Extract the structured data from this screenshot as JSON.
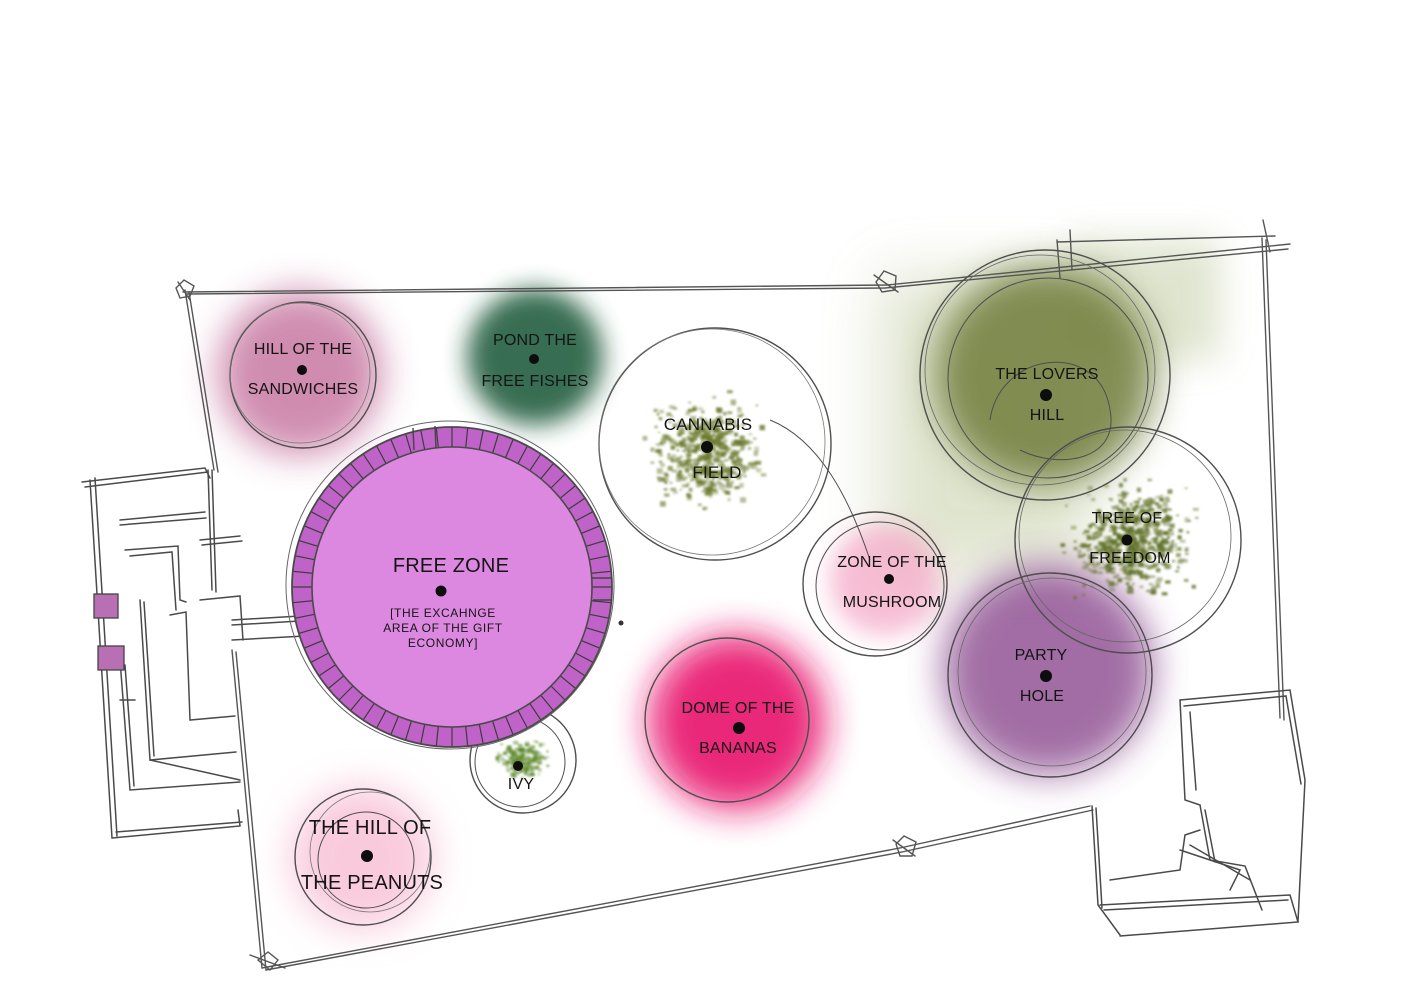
{
  "zones": {
    "sandwiches": {
      "line1": "HILL OF THE",
      "line2": "SANDWICHES",
      "color": "#b0407a"
    },
    "pond": {
      "line1": "POND THE",
      "line2": "FREE FISHES",
      "color": "#1f5a3a"
    },
    "cannabis": {
      "line1": "CANNABIS",
      "line2": "FIELD",
      "color": "#6b7a2e"
    },
    "lovers": {
      "line1": "THE LOVERS",
      "line2": "HILL",
      "color": "#6f7d3a"
    },
    "tree": {
      "line1": "TREE OF",
      "line2": "FREEDOM",
      "color": "#5f7027"
    },
    "free_zone": {
      "title": "FREE ZONE",
      "note_line1": "[THE EXCAHNGE",
      "note_line2": "AREA OF THE GIFT",
      "note_line3": "ECONOMY]",
      "color": "#dd88e0",
      "ring_color": "#c063c8"
    },
    "mushroom": {
      "line1": "ZONE OF THE",
      "line2": "MUSHROOM",
      "color": "#f4a3c4"
    },
    "party": {
      "line1": "PARTY",
      "line2": "HOLE",
      "color": "#8a4a8e"
    },
    "bananas": {
      "line1": "DOME OF THE",
      "line2": "BANANAS",
      "color": "#e8176e"
    },
    "ivy": {
      "label": "IVY",
      "color": "#6b7a2e"
    },
    "peanuts": {
      "line1": "THE HILL OF",
      "line2": "THE PEANUTS",
      "color": "#f5a8c6"
    }
  },
  "building": {
    "window_color": "#b96fb3"
  }
}
